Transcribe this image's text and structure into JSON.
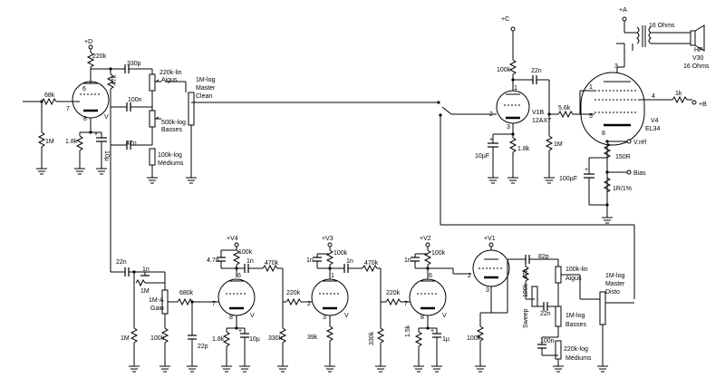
{
  "labels": {
    "d_rail": "+D",
    "r_220k_a": "220k",
    "r_68k": "68k",
    "pin7_a": "7",
    "pin6_a": "6",
    "pin8_a": "8",
    "v_a": "V",
    "r_1m_a": "1M",
    "r_1k8_a": "1.8k",
    "c_10u_a": "10µ",
    "c_330p": "330p",
    "r_47k_a": "47k",
    "pot_220klin_a": "220k-lin",
    "aigus_a": "Aigus",
    "c_100n_a": "100n",
    "pot_500klog": "500k-log",
    "basses_a": "Basses",
    "c_47n": "47n",
    "pot_100klog_a": "100k-log",
    "mediums_a": "Médiums",
    "master_clean_1": "1M-log",
    "master_clean_2": "Master",
    "master_clean_3": "Clean",
    "c_rail": "+C",
    "r_100k_v1b": "100k",
    "c_22n_v1b": "22n",
    "pin1_v1b": "1",
    "pin2_v1b": "2",
    "pin3_v1b": "3",
    "v1b_1": "V1B",
    "v1b_2": "12AX7",
    "c_10u_v1b": "10µF",
    "r_1k8_v1b": "1.8k",
    "r_1m_v1b": "1M",
    "r_5k6": "5.6k",
    "a_rail": "+A",
    "ohm16": "16 Ohms",
    "hp_1": "HP",
    "hp_2": "V30",
    "hp_3": "16 Ohms",
    "pin3_v4": "3",
    "pin1_v4": "1",
    "pin4_v4": "4",
    "pin5_v4": "5",
    "pin8_v4": "8",
    "r_1k_v4": "1k",
    "b_rail": "+B",
    "v4_1": "V4",
    "v4_2": "EL34",
    "vref": "V.réf",
    "r_150r": "150R",
    "bias": "Bias",
    "c_100uf": "100µF",
    "r_1r": "1R/1%",
    "c_22n_g": "22n",
    "c_1n_g": "1n",
    "r_1m_g": "1M",
    "pot_gain_1": "1M-A",
    "pot_gain_2": "Gain",
    "r_1m_g2": "1M",
    "r_100k_g": "100k",
    "v4_rail": "+V4",
    "c_4n7": "4.7n",
    "r_100k_v4s": "100k",
    "pin6_v4s": "6",
    "c_1n_v4s": "1n",
    "r_470k_a": "470k",
    "r_680k": "680k",
    "pin7_v4s": "7",
    "pin8_v4s": "8",
    "v_v4s": "V",
    "c_22p": "22p",
    "r_1k8_v4s": "1.8k",
    "c_10u_v4s": "10µ",
    "r_330k_a": "330k",
    "v3_rail": "+V3",
    "c_1n_v3a": "1n",
    "r_100k_v3": "100k",
    "c_1n_v3b": "1n",
    "r_470k_b": "470k",
    "r_220k_v3": "220k",
    "pin1_v3": "1",
    "pin2_v3": "2",
    "pin3_v3": "3",
    "v_v3": "V",
    "r_39k": "39k",
    "r_330k_b": "330k",
    "v2_rail": "+V2",
    "c_1n_v2": "1n",
    "r_100k_v2": "100k",
    "pin6_v2": "6",
    "r_220k_v2": "220k",
    "pin7_v2": "7",
    "pin8_v2": "8",
    "v_v2": "V",
    "r_1k5": "1.5k",
    "c_1u": "1µ",
    "v1_rail": "+V1",
    "pin2_v1": "2",
    "pin3_v1": "3",
    "r_100k_v1": "100k",
    "c_82p": "82p",
    "r_47k_b": "47k",
    "pot_100klin": "100k-lin",
    "aigus_b": "Aigus",
    "pot_100k_sweep": "100k",
    "sweep": "Sweep",
    "c_22n_b": "22n",
    "pot_1mlog_b": "1M-log",
    "basses_b": "Basses",
    "c_100n_b": "100n",
    "pot_220klog_b": "220k-log",
    "mediums_b": "Médiums",
    "master_disto_1": "1M-log",
    "master_disto_2": "Master",
    "master_disto_3": "Disto"
  }
}
